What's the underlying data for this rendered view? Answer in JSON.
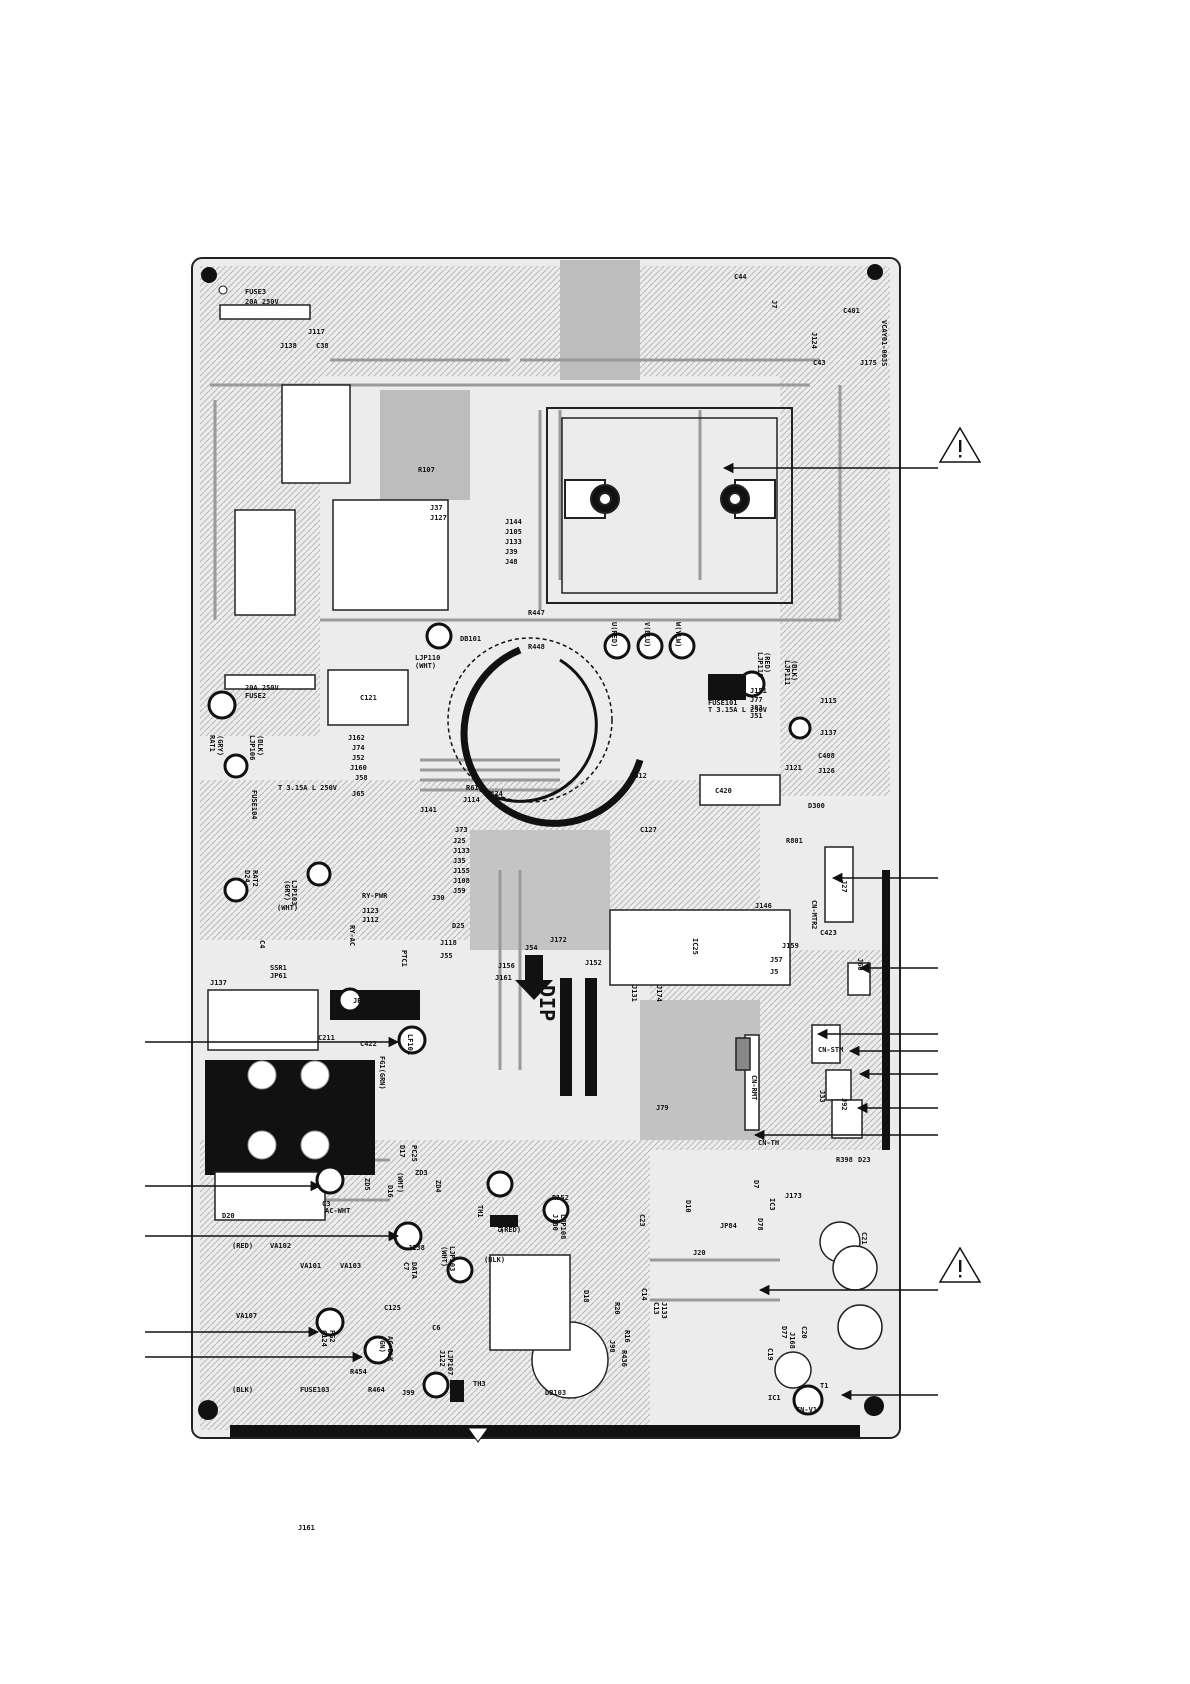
{
  "board": {
    "part_number": "VCAY01-003S",
    "dip_label": "DIP",
    "colors": {
      "trace": "#a8a8a8",
      "copper": "#c9c9c9",
      "ink": "#111111",
      "background": "#ffffff"
    }
  },
  "labels": [
    "FUSE3",
    "20A 250V",
    "J117",
    "J138",
    "C38",
    "R107",
    "J37",
    "J127",
    "J144",
    "J105",
    "J133",
    "J39",
    "J48",
    "R447",
    "R448",
    "LJP110",
    "(WHT)",
    "DB101",
    "C121",
    "FUSE2",
    "20A 250V",
    "U(RED)",
    "V(BLU)",
    "W(YLW)",
    "LJP118",
    "(RED)",
    "FUSE101",
    "T 3.15A L 250V",
    "LJP111",
    "(BLK)",
    "J115",
    "J151",
    "J77",
    "J83",
    "J51",
    "J137",
    "C408",
    "J121",
    "J126",
    "C420",
    "D300",
    "J162",
    "J74",
    "J52",
    "J160",
    "J58",
    "R611",
    "R612",
    "C424",
    "J65",
    "J114",
    "J141",
    "RAT1",
    "(GRY)",
    "LJP106",
    "(BLK)",
    "FUSE104",
    "T 3.15A L 250V",
    "D24",
    "RAT2",
    "(GRY)",
    "LJP103",
    "(WHT)",
    "RY-AC",
    "PTC1",
    "RY-PWR",
    "J123",
    "J112",
    "J73",
    "J25",
    "J133",
    "J35",
    "J155",
    "J108",
    "J59",
    "J30",
    "D25",
    "J118",
    "J55",
    "J54",
    "J156",
    "J161",
    "J172",
    "C127",
    "R801",
    "J27",
    "CN-MTR2",
    "J146",
    "IC25",
    "J159",
    "J57",
    "J5",
    "J152",
    "J131",
    "J174",
    "J137",
    "C4",
    "SSR1",
    "JP61",
    "JP62",
    "LJP105",
    "(WHT)",
    "C211",
    "C422",
    "LF101",
    "FG1(GRN)",
    "C423",
    "J60",
    "CN-RMT",
    "CN-STM",
    "J79",
    "J33",
    "J92",
    "CN-TH",
    "J173",
    "R398",
    "D23",
    "D20",
    "C3",
    "AC-WHT",
    "(WHT)",
    "ZD3",
    "ZD4",
    "ZD5",
    "D16",
    "D17",
    "PC25",
    "J138",
    "C7",
    "DATA",
    "(RED)",
    "TH1",
    "R152",
    "J180",
    "LJP108",
    "(WHT)",
    "LJP103",
    "(BLK)",
    "DB103",
    "C6",
    "TH3",
    "TH5",
    "J99",
    "J122",
    "LJP107",
    "(RED)",
    "VA102",
    "VA101",
    "VA103",
    "VA107",
    "C125",
    "C124",
    "FG2",
    "(GN)",
    "AC-BLK",
    "(BLK)",
    "FUSE103",
    "R464",
    "R454",
    "J20",
    "JP84",
    "J133",
    "C13",
    "C14",
    "R16",
    "R436",
    "R20",
    "J98",
    "D18",
    "IC1",
    "T1",
    "CN-V1",
    "D77",
    "C20",
    "C21",
    "C19",
    "J168",
    "D7",
    "D10",
    "IC3",
    "D78",
    "C23",
    "J7",
    "C44",
    "C401",
    "J124",
    "C43",
    "J175",
    "J161"
  ],
  "warnings": [
    "⚠",
    "⚠"
  ],
  "callouts": [
    "arrow-1",
    "arrow-2",
    "arrow-3",
    "arrow-4",
    "arrow-5",
    "arrow-6",
    "arrow-7",
    "arrow-8",
    "arrow-9",
    "arrow-10",
    "arrow-11",
    "arrow-12",
    "arrow-13",
    "arrow-14",
    "arrow-15"
  ]
}
